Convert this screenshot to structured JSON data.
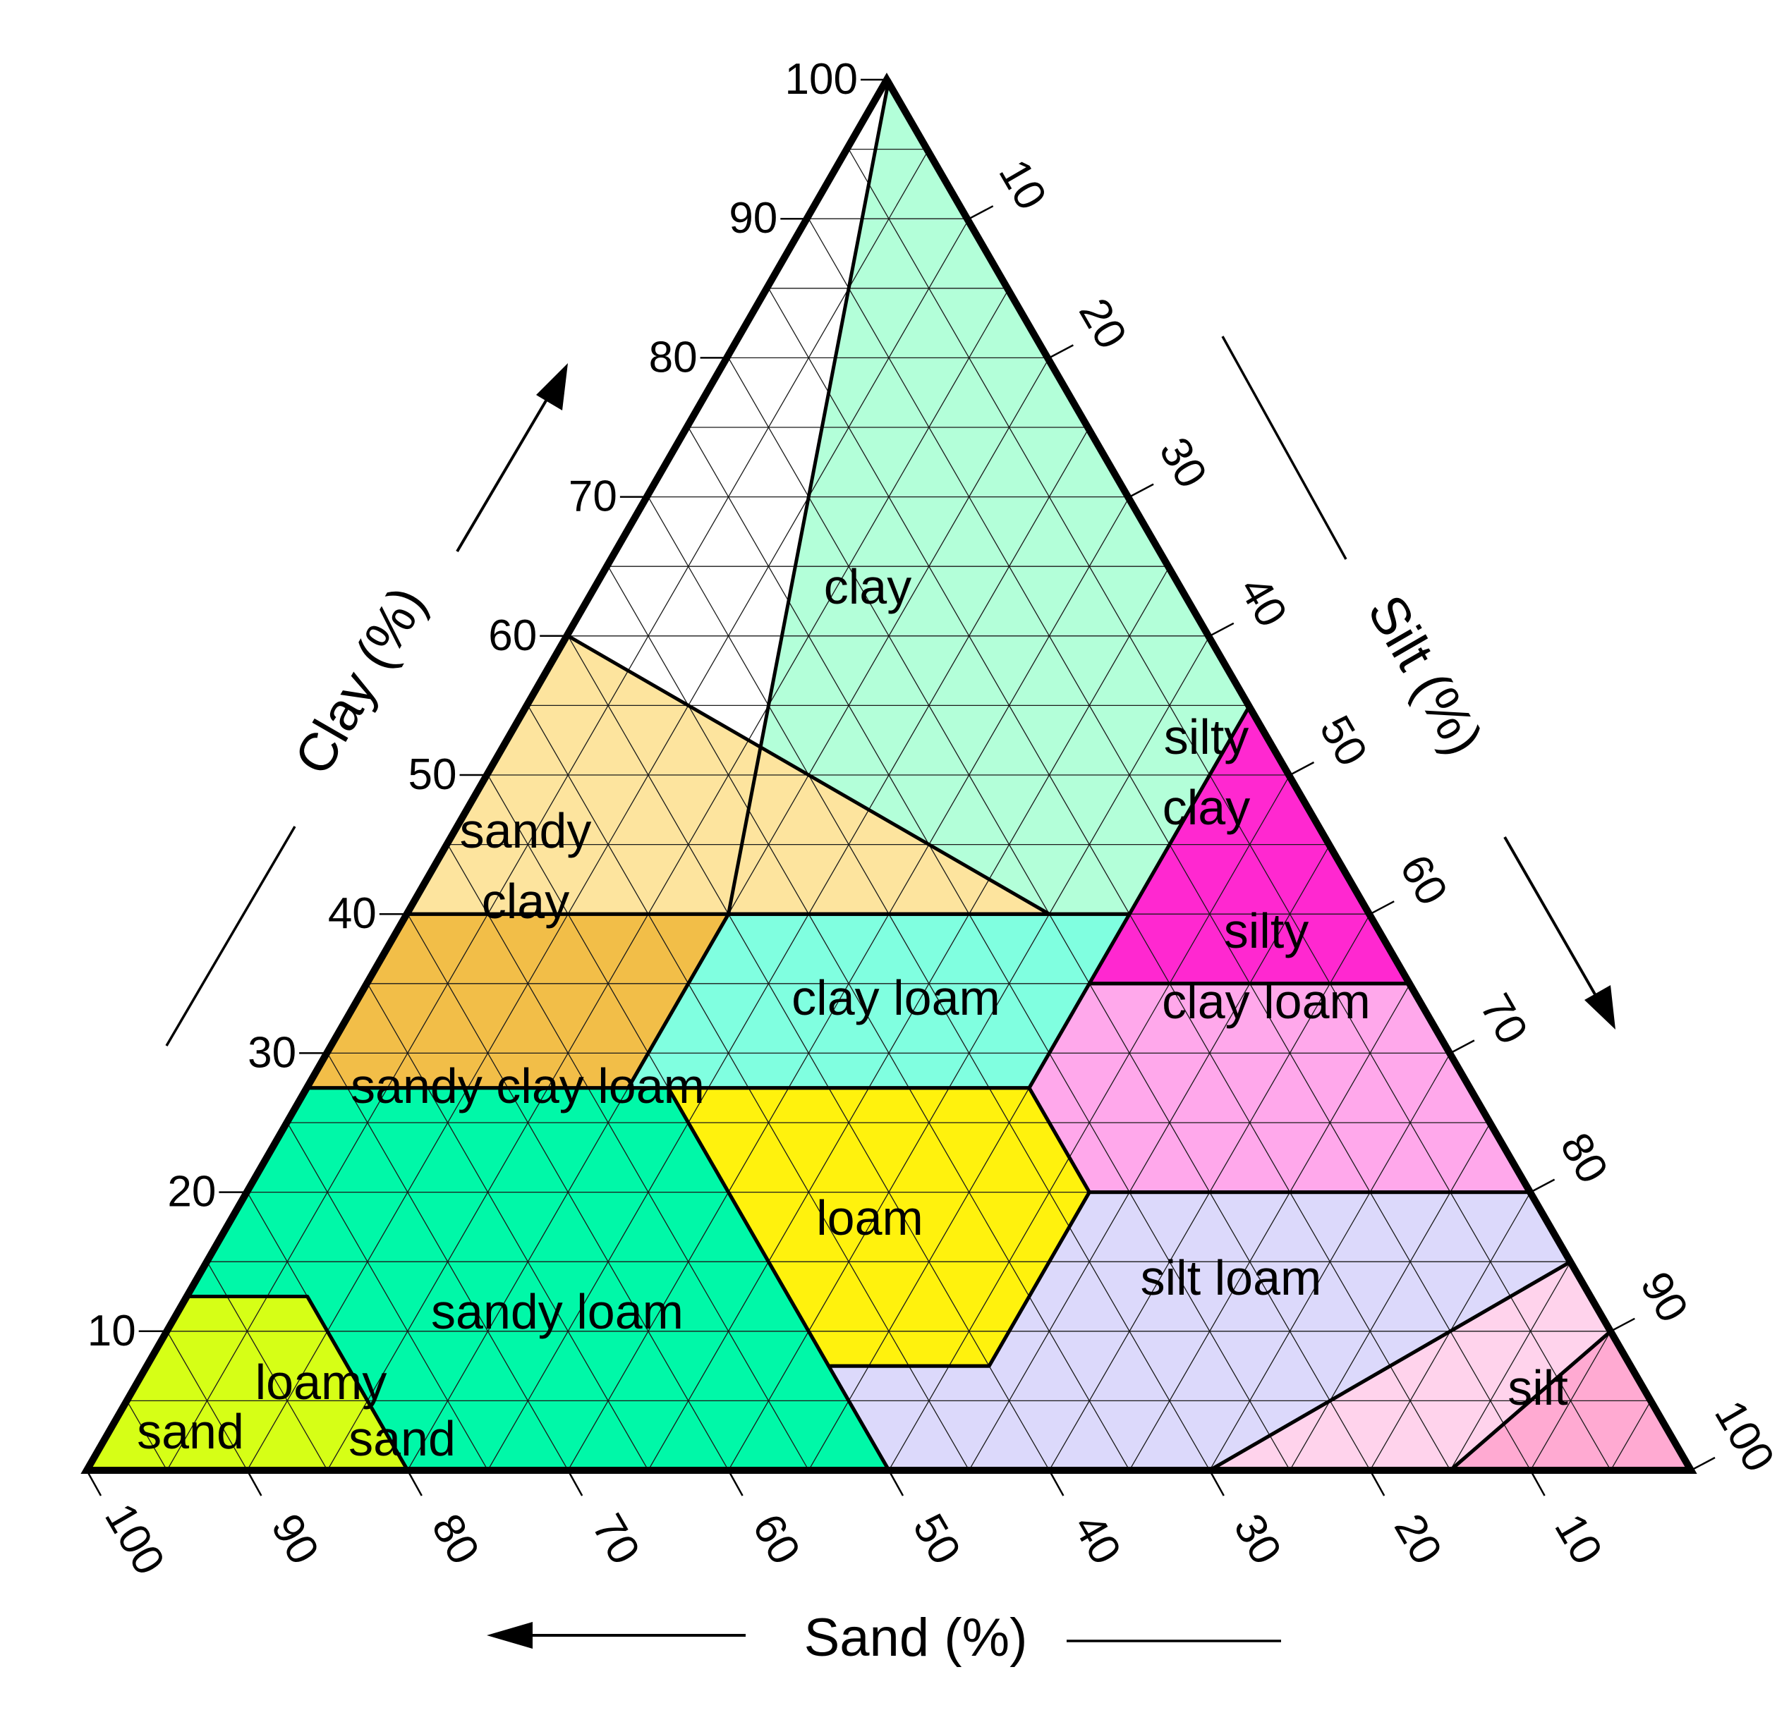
{
  "axes": {
    "clay": {
      "title": "Clay (%)",
      "ticks": [
        "10",
        "20",
        "30",
        "40",
        "50",
        "60",
        "70",
        "80",
        "90",
        "100"
      ]
    },
    "silt": {
      "title": "Silt (%)",
      "ticks": [
        "10",
        "20",
        "30",
        "40",
        "50",
        "60",
        "70",
        "80",
        "90",
        "100"
      ]
    },
    "sand": {
      "title": "Sand (%)",
      "ticks": [
        "100",
        "90",
        "80",
        "70",
        "60",
        "50",
        "40",
        "30",
        "20",
        "10"
      ]
    }
  },
  "regions": [
    {
      "id": "clay",
      "color": "#b3ffd9",
      "lines": [
        "clay"
      ],
      "vertices": [
        [
          100,
          0
        ],
        [
          55,
          45
        ],
        [
          40,
          45
        ],
        [
          40,
          40
        ],
        [
          40,
          20
        ]
      ]
    },
    {
      "id": "sandy-clay",
      "color": "#ff28d0",
      "lines": [
        "sandy",
        "clay"
      ],
      "vertices": [
        [
          55,
          45
        ],
        [
          35,
          65
        ],
        [
          35,
          45
        ]
      ]
    },
    {
      "id": "silty-clay",
      "color": "#fde49e",
      "lines": [
        "silty",
        "clay"
      ],
      "vertices": [
        [
          60,
          0
        ],
        [
          40,
          0
        ],
        [
          40,
          40
        ]
      ]
    },
    {
      "id": "sandy-clay-loam",
      "color": "#ffa8eb",
      "lines": [
        "sandy clay loam"
      ],
      "vertices": [
        [
          35,
          65
        ],
        [
          35,
          45
        ],
        [
          27.5,
          45
        ],
        [
          20,
          52.5
        ],
        [
          20,
          80
        ],
        [
          27.5,
          72.5
        ]
      ]
    },
    {
      "id": "clay-loam",
      "color": "#80ffe0",
      "lines": [
        "clay loam"
      ],
      "vertices": [
        [
          40,
          45
        ],
        [
          40,
          20
        ],
        [
          27.5,
          20
        ],
        [
          27.5,
          45
        ]
      ]
    },
    {
      "id": "silty-clay-loam",
      "color": "#f2be48",
      "lines": [
        "silty",
        "clay loam"
      ],
      "vertices": [
        [
          40,
          20
        ],
        [
          40,
          0
        ],
        [
          27.5,
          0
        ],
        [
          27.5,
          20
        ]
      ]
    },
    {
      "id": "loam",
      "color": "#fff20d",
      "lines": [
        "loam"
      ],
      "vertices": [
        [
          27.5,
          45
        ],
        [
          27.5,
          22.5
        ],
        [
          7.5,
          42.5
        ],
        [
          7.5,
          52.5
        ],
        [
          20,
          52.5
        ]
      ]
    },
    {
      "id": "silt-loam",
      "color": "#00f8a8",
      "lines": [
        "silt loam"
      ],
      "vertices": [
        [
          27.5,
          22.5
        ],
        [
          27.5,
          0
        ],
        [
          12.5,
          0
        ],
        [
          12.5,
          7.5
        ],
        [
          0,
          20
        ],
        [
          0,
          50
        ],
        [
          7.5,
          42.5
        ]
      ]
    },
    {
      "id": "silt",
      "color": "#d6ff16",
      "lines": [
        "silt"
      ],
      "vertices": [
        [
          12.5,
          7.5
        ],
        [
          12.5,
          0
        ],
        [
          0,
          0
        ],
        [
          0,
          20
        ]
      ]
    },
    {
      "id": "sandy-loam",
      "color": "#dcd9fb",
      "lines": [
        "sandy loam"
      ],
      "vertices": [
        [
          20,
          52.5
        ],
        [
          7.5,
          52.5
        ],
        [
          7.5,
          42.5
        ],
        [
          0,
          50
        ],
        [
          0,
          70
        ],
        [
          15,
          85
        ],
        [
          20,
          80
        ]
      ]
    },
    {
      "id": "loamy-sand",
      "color": "#ffd3ec",
      "lines": [
        "loamy",
        "sand"
      ],
      "vertices": [
        [
          15,
          85
        ],
        [
          0,
          70
        ],
        [
          0,
          85
        ],
        [
          10,
          90
        ]
      ]
    },
    {
      "id": "sand",
      "color": "#ffaad2",
      "lines": [
        "sand"
      ],
      "vertices": [
        [
          10,
          90
        ],
        [
          0,
          85
        ],
        [
          0,
          100
        ]
      ]
    }
  ]
}
